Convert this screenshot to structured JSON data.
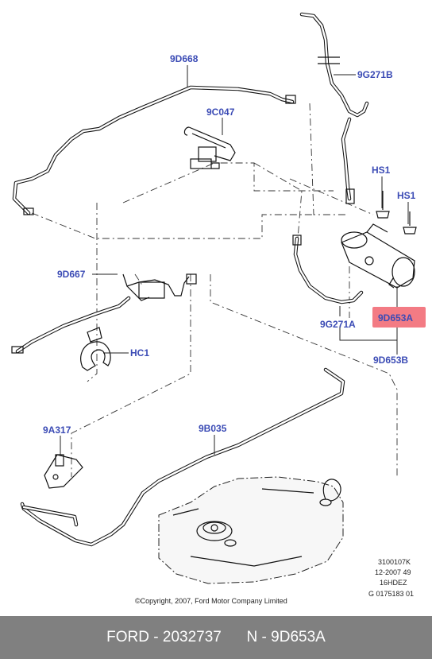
{
  "labels": {
    "9d668": "9D668",
    "9g271b": "9G271B",
    "9c047": "9C047",
    "hs1_a": "HS1",
    "hs1_b": "HS1",
    "9d667": "9D667",
    "hc1": "HC1",
    "9g271a": "9G271A",
    "9d653a": "9D653A",
    "9d653b": "9D653B",
    "9a317": "9A317",
    "9b035": "9B035"
  },
  "highlight_color": "#f37b84",
  "label_color": "#3b4bb5",
  "meta": {
    "line1": "3100107K",
    "line2": "12-2007 49",
    "line3": "16HDEZ",
    "line4": "G 0175183 01"
  },
  "copyright": "©Copyright, 2007, Ford Motor Company Limited",
  "footer": {
    "brand_part": "FORD - 2032737",
    "oem_part": "N - 9D653A"
  }
}
